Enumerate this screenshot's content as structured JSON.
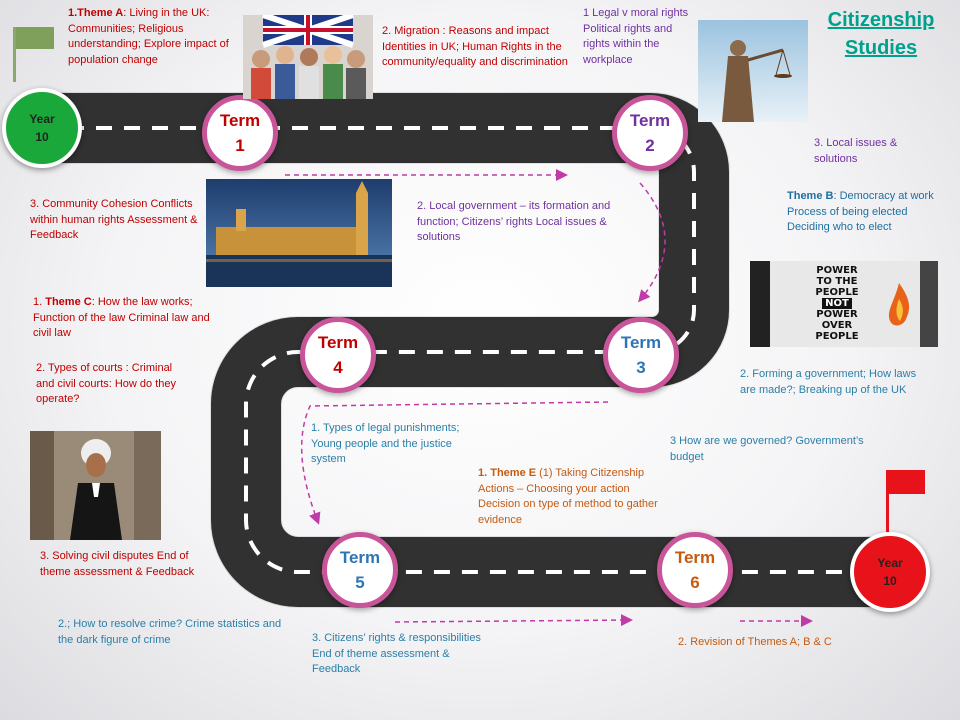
{
  "title": {
    "line1": "Citizenship",
    "line2": "Studies"
  },
  "start": {
    "line1": "Year",
    "line2": "10",
    "color": "#1aa83a"
  },
  "finish": {
    "line1": "Year",
    "line2": "10",
    "color": "#e8121a"
  },
  "terms": [
    {
      "label": "Term",
      "num": "1",
      "color": "#c00000"
    },
    {
      "label": "Term",
      "num": "2",
      "color": "#7030a0"
    },
    {
      "label": "Term",
      "num": "3",
      "color": "#2e75b6"
    },
    {
      "label": "Term",
      "num": "4",
      "color": "#c00000"
    },
    {
      "label": "Term",
      "num": "5",
      "color": "#2e75b6"
    },
    {
      "label": "Term",
      "num": "6",
      "color": "#c55a11"
    }
  ],
  "notes": {
    "t1a": {
      "prefix": "1.Theme A",
      "rest": ": Living in the UK: Communities;  Religious understanding; Explore impact of  population change"
    },
    "t1b": "2. Migration : Reasons and impact Identities in UK;  Human Rights in the community/equality and discrimination",
    "t1c": "3. Community Cohesion Conflicts within human rights Assessment & Feedback",
    "t2a": "1 Legal v moral rights Political rights and rights within the workplace",
    "t2b": "2. Local government – its formation and function; Citizens’ rights Local issues & solutions",
    "t2c": "3. Local issues & solutions",
    "t3a": {
      "prefix": "Theme B",
      "rest": ": Democracy at work Process of being elected Deciding who to elect"
    },
    "t3b": "2. Forming a government; How laws are made?; Breaking up of the UK",
    "t3c": "3 How are we governed? Government’s budget",
    "t4a": {
      "pre": "1. ",
      "prefix": "Theme C",
      "rest": ": How the law works; Function of the law Criminal law and civil law"
    },
    "t4b": "2. Types of courts : Criminal and civil courts: How do they operate?",
    "t4c": "1. Types of legal punishments; Young people and the justice system",
    "t4d": "3. Solving civil disputes End of theme assessment & Feedback",
    "t5a": "2.; How to resolve crime? Crime statistics and the dark figure of crime",
    "t5b": "3. Citizens’ rights & responsibilities End of  theme assessment & Feedback",
    "t6a": {
      "prefix": "1.     Theme  E",
      "rest": "  (1) Taking Citizenship Actions – Choosing your action Decision on type of method to gather evidence"
    },
    "t6b": "2. Revision of Themes A; B & C"
  },
  "poster": {
    "line1": "POWER",
    "line2": "TO THE",
    "line3": "PEOPLE",
    "line4": "NOT",
    "line5": "POWER",
    "line6": "OVER",
    "line7": "PEOPLE"
  },
  "colors": {
    "road": "#2b2b2b",
    "dash": "#ffffff",
    "arrow": "#c03aa8",
    "ring": "#c8559a",
    "flagStart": "#7fa05a",
    "flagEnd": "#e8121a"
  },
  "icons": [
    "start-flag-icon",
    "finish-flag-icon"
  ]
}
